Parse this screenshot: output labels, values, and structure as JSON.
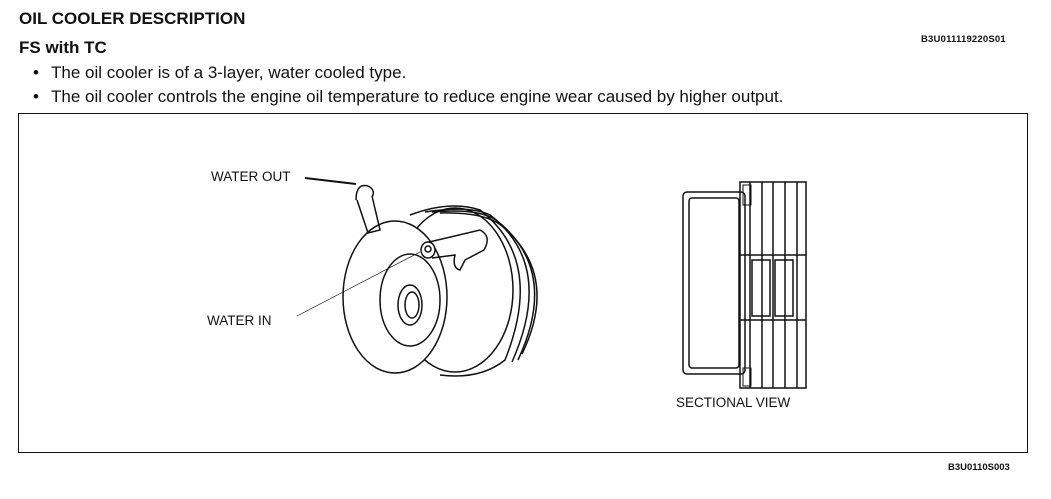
{
  "heading": "OIL COOLER DESCRIPTION",
  "doc_code": "B3U011119220S01",
  "subheading": "FS with TC",
  "bullets": [
    "The oil cooler is of a 3-layer, water cooled type.",
    "The oil cooler controls the engine oil temperature to reduce engine wear caused by higher output."
  ],
  "figure": {
    "labels": {
      "water_out": "WATER OUT",
      "water_in": "WATER IN",
      "sectional_view": "SECTIONAL VIEW"
    },
    "figure_code": "B3U0110S003"
  }
}
